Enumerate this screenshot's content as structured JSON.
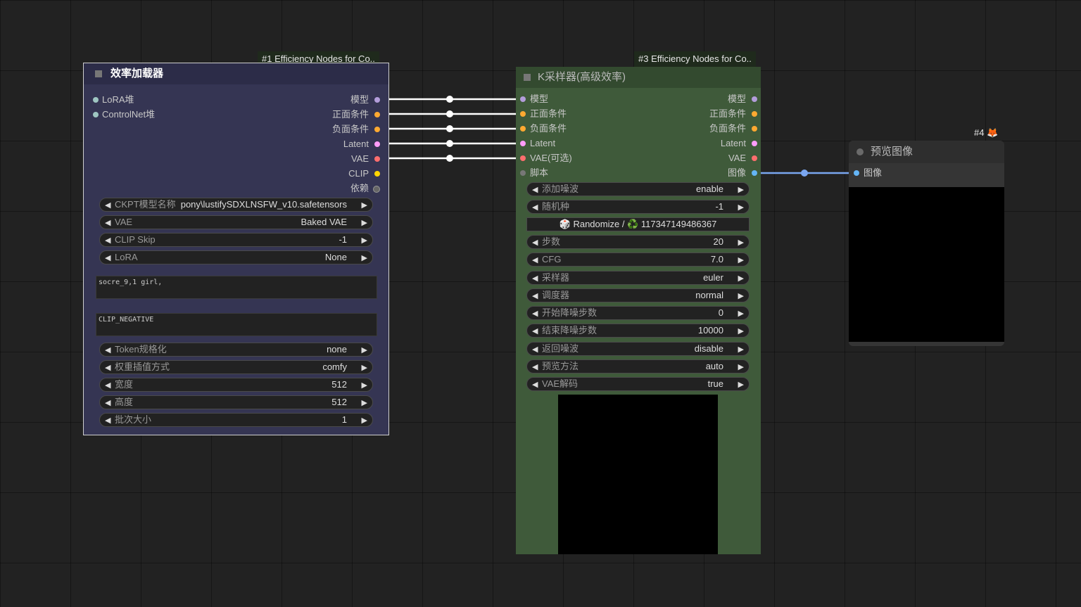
{
  "node1": {
    "badge": "#1 Efficiency Nodes for Co..",
    "title": "效率加载器",
    "inputs": [
      "LoRA堆",
      "ControlNet堆"
    ],
    "outputs": [
      "模型",
      "正面条件",
      "负面条件",
      "Latent",
      "VAE",
      "CLIP",
      "依赖"
    ],
    "widgets_top": [
      {
        "label": "CKPT模型名称",
        "value": "pony\\lustifySDXLNSFW_v10.safetensors"
      },
      {
        "label": "VAE",
        "value": "Baked VAE"
      },
      {
        "label": "CLIP Skip",
        "value": "-1"
      },
      {
        "label": "LoRA",
        "value": "None"
      }
    ],
    "positive_text": "socre_9,1 girl,",
    "negative_text": "CLIP_NEGATIVE",
    "widgets_bottom": [
      {
        "label": "Token规格化",
        "value": "none"
      },
      {
        "label": "权重插值方式",
        "value": "comfy"
      },
      {
        "label": "宽度",
        "value": "512"
      },
      {
        "label": "高度",
        "value": "512"
      },
      {
        "label": "批次大小",
        "value": "1"
      }
    ]
  },
  "node3": {
    "badge": "#3 Efficiency Nodes for Co..",
    "title": "K采样器(高级效率)",
    "inputs": [
      "模型",
      "正面条件",
      "负面条件",
      "Latent",
      "VAE(可选)",
      "脚本"
    ],
    "outputs": [
      "模型",
      "正面条件",
      "负面条件",
      "Latent",
      "VAE",
      "图像"
    ],
    "widgets_a": [
      {
        "label": "添加噪波",
        "value": "enable"
      },
      {
        "label": "随机种",
        "value": "-1"
      }
    ],
    "randomize_button": "🎲 Randomize / ♻️ 117347149486367",
    "widgets_b": [
      {
        "label": "步数",
        "value": "20"
      },
      {
        "label": "CFG",
        "value": "7.0"
      },
      {
        "label": "采样器",
        "value": "euler"
      },
      {
        "label": "调度器",
        "value": "normal"
      },
      {
        "label": "开始降噪步数",
        "value": "0"
      },
      {
        "label": "结束降噪步数",
        "value": "10000"
      },
      {
        "label": "返回噪波",
        "value": "disable"
      },
      {
        "label": "预览方法",
        "value": "auto"
      },
      {
        "label": "VAE解码",
        "value": "true"
      }
    ]
  },
  "node4": {
    "badge": "#4 🦊",
    "title": "预览图像",
    "input": "图像"
  },
  "colors": {
    "node1_bg": "#353553",
    "node1_title": "#2c2c48",
    "node3_bg": "#3f5a3a",
    "node3_title": "#334a2f",
    "node4_bg": "#353535",
    "model": "#b39ddb",
    "conditioning": "#ffa931",
    "latent": "#ff9cf9",
    "vae": "#ff6e6e",
    "clip": "#ffd500",
    "image": "#64b5f6",
    "generic": "#888888"
  }
}
